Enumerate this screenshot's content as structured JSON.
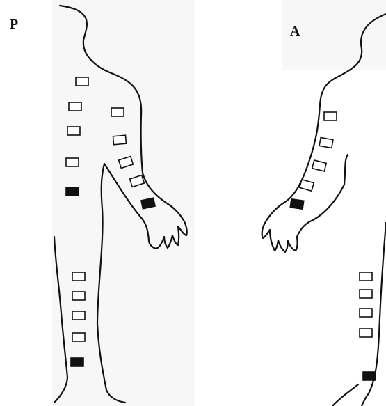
{
  "views": [
    {
      "id": "posterior",
      "label": "P",
      "markers": [
        {
          "region": "back",
          "filled": false
        },
        {
          "region": "back",
          "filled": false
        },
        {
          "region": "back",
          "filled": false
        },
        {
          "region": "back",
          "filled": false
        },
        {
          "region": "back",
          "filled": true
        },
        {
          "region": "arm",
          "filled": false
        },
        {
          "region": "arm",
          "filled": false
        },
        {
          "region": "arm",
          "filled": false
        },
        {
          "region": "arm",
          "filled": false
        },
        {
          "region": "arm",
          "filled": true
        },
        {
          "region": "leg",
          "filled": false
        },
        {
          "region": "leg",
          "filled": false
        },
        {
          "region": "leg",
          "filled": false
        },
        {
          "region": "leg",
          "filled": false
        },
        {
          "region": "leg",
          "filled": true
        }
      ]
    },
    {
      "id": "anterior",
      "label": "A",
      "markers": [
        {
          "region": "arm",
          "filled": false
        },
        {
          "region": "arm",
          "filled": false
        },
        {
          "region": "arm",
          "filled": false
        },
        {
          "region": "arm",
          "filled": false
        },
        {
          "region": "arm",
          "filled": true
        },
        {
          "region": "leg",
          "filled": false
        },
        {
          "region": "leg",
          "filled": false
        },
        {
          "region": "leg",
          "filled": false
        },
        {
          "region": "leg",
          "filled": false
        },
        {
          "region": "leg",
          "filled": true
        }
      ]
    }
  ],
  "colors": {
    "outline": "#111111",
    "filled_marker": "#111111",
    "panel_bg": "#f7f7f7"
  }
}
